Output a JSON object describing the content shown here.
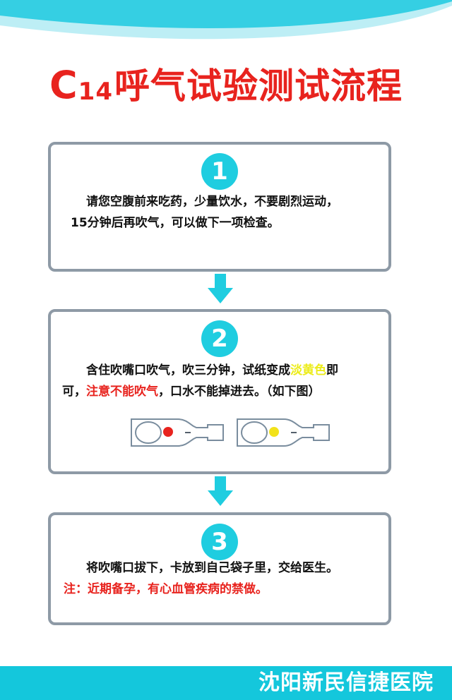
{
  "title": {
    "main": "C",
    "sub": "14",
    "rest": "呼气试验测试流程"
  },
  "steps": [
    {
      "number": "1",
      "lines": [
        [
          "请您空腹前来吃药，少量饮水，不要剧烈运动，"
        ],
        [
          "15分钟后再吹气，可以做下一项检查。"
        ]
      ]
    },
    {
      "number": "2",
      "line1": {
        "a": "含住吹嘴口吹气，吹三分钟，试纸变成",
        "highlight": "淡黄色",
        "b": "即"
      },
      "line2": {
        "a": "可，",
        "warning": "注意不能吹气",
        "b": "，口水不能掉进去。（如下图）"
      }
    },
    {
      "number": "3",
      "line1": "将吹嘴口拔下，卡放到自己袋子里，交给医生。",
      "note": "注：近期备孕，有心血管疾病的禁做。"
    }
  ],
  "footer": {
    "hospital": "沈阳新民信捷医院"
  },
  "colors": {
    "title_red": "#e8231e",
    "accent_cyan": "#1fcde0",
    "highlight_yellow": "#ecec1a",
    "dot_red": "#e8231e",
    "dot_yellow": "#f2e21a"
  }
}
